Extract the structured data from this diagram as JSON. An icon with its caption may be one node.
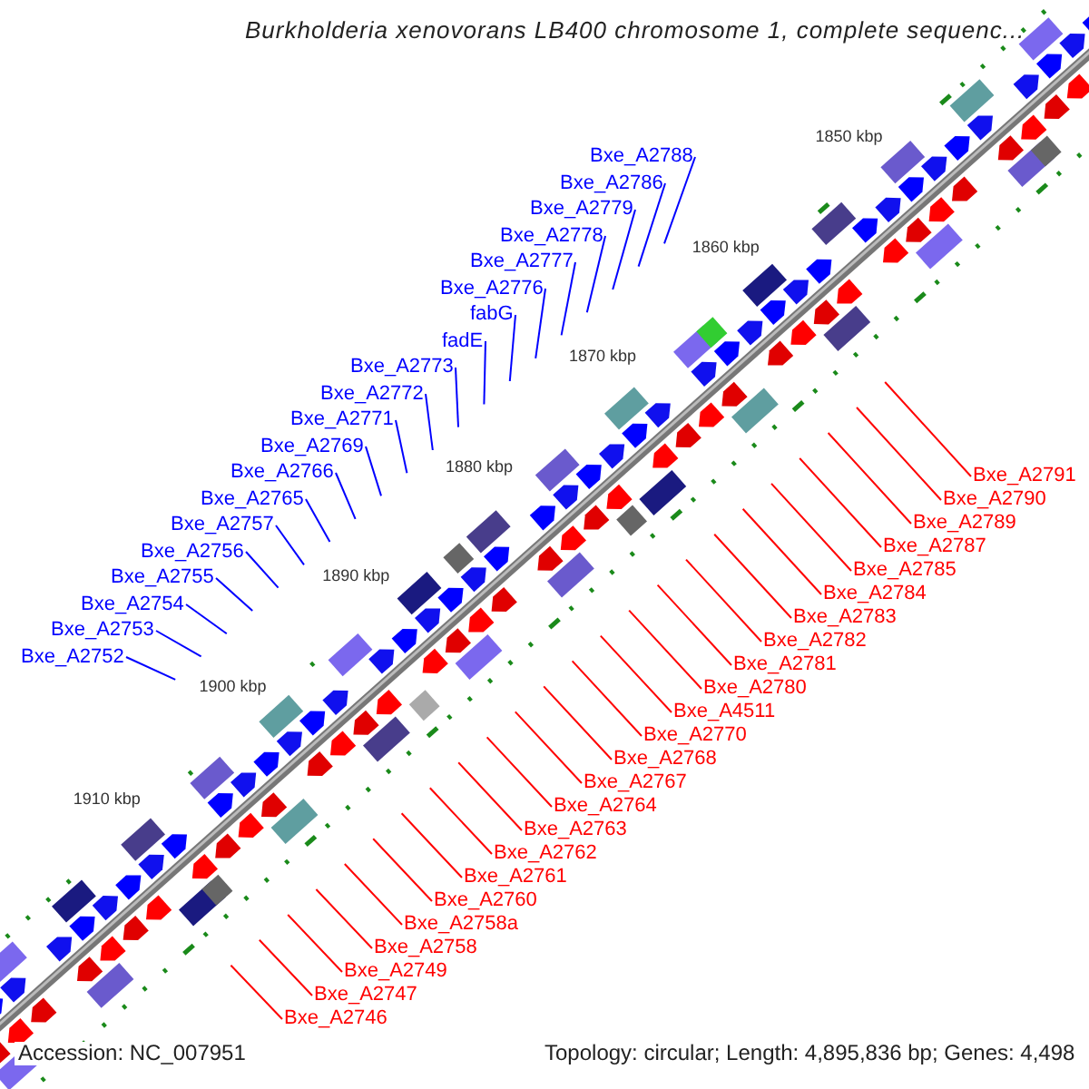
{
  "diagram": {
    "title": "Burkholderia xenovorans LB400 chromosome 1, complete sequenc...",
    "nodes": [
      {
        "text": [
          "Bxe_A2788"
        ]
      },
      {
        "text": [
          "Bxe_A2786"
        ]
      },
      {
        "text": [
          "Bxe_A2779"
        ]
      },
      {
        "text": [
          "Bxe_A2778"
        ]
      },
      {
        "text": [
          "Bxe_A2777"
        ]
      },
      {
        "text": [
          "Bxe_A2776"
        ]
      },
      {
        "text": [
          "fabG"
        ]
      },
      {
        "text": [
          "fadE"
        ]
      },
      {
        "text": [
          "Bxe_A2773"
        ]
      },
      {
        "text": [
          "Bxe_A2772"
        ]
      },
      {
        "text": [
          "Bxe_A2771"
        ]
      },
      {
        "text": [
          "Bxe_A2769"
        ]
      },
      {
        "text": [
          "Bxe_A2766"
        ]
      },
      {
        "text": [
          "Bxe_A2765"
        ]
      },
      {
        "text": [
          "Bxe_A2757"
        ]
      },
      {
        "text": [
          "Bxe_A2756"
        ]
      },
      {
        "text": [
          "Bxe_A2755"
        ]
      },
      {
        "text": [
          "Bxe_A2754"
        ]
      },
      {
        "text": [
          "Bxe_A2753"
        ]
      },
      {
        "text": [
          "Bxe_A2752"
        ]
      },
      {
        "text": [
          "Bxe_A2791"
        ]
      },
      {
        "text": [
          "Bxe_A2790"
        ]
      },
      {
        "text": [
          "Bxe_A2789"
        ]
      },
      {
        "text": [
          "Bxe_A2787"
        ]
      },
      {
        "text": [
          "Bxe_A2785"
        ]
      },
      {
        "text": [
          "Bxe_A2784"
        ]
      },
      {
        "text": [
          "Bxe_A2783"
        ]
      },
      {
        "text": [
          "Bxe_A2782"
        ]
      },
      {
        "text": [
          "Bxe_A2781"
        ]
      },
      {
        "text": [
          "Bxe_A2780"
        ]
      },
      {
        "text": [
          "Bxe_A4511"
        ]
      },
      {
        "text": [
          "Bxe_A2770"
        ]
      },
      {
        "text": [
          "Bxe_A2768"
        ]
      },
      {
        "text": [
          "Bxe_A2767"
        ]
      },
      {
        "text": [
          "Bxe_A2764"
        ]
      },
      {
        "text": [
          "Bxe_A2763"
        ]
      },
      {
        "text": [
          "Bxe_A2762"
        ]
      },
      {
        "text": [
          "Bxe_A2761"
        ]
      },
      {
        "text": [
          "Bxe_A2760"
        ]
      },
      {
        "text": [
          "Bxe_A2758a"
        ]
      },
      {
        "text": [
          "Bxe_A2758"
        ]
      },
      {
        "text": [
          "Bxe_A2749"
        ]
      },
      {
        "text": [
          "Bxe_A2747"
        ]
      },
      {
        "text": [
          "Bxe_A2746"
        ]
      }
    ],
    "edges": [
      {
        "from": 0,
        "to": null,
        "arrow": "none",
        "color": "#0000ff"
      },
      {
        "from": 1,
        "to": null,
        "arrow": "none",
        "color": "#0000ff"
      },
      {
        "from": 2,
        "to": null,
        "arrow": "none",
        "color": "#0000ff"
      },
      {
        "from": 3,
        "to": null,
        "arrow": "none",
        "color": "#0000ff"
      },
      {
        "from": 4,
        "to": null,
        "arrow": "none",
        "color": "#0000ff"
      },
      {
        "from": 5,
        "to": null,
        "arrow": "none",
        "color": "#0000ff"
      },
      {
        "from": 6,
        "to": null,
        "arrow": "none",
        "color": "#0000ff"
      },
      {
        "from": 7,
        "to": null,
        "arrow": "none",
        "color": "#0000ff"
      },
      {
        "from": 8,
        "to": null,
        "arrow": "none",
        "color": "#0000ff"
      },
      {
        "from": 9,
        "to": null,
        "arrow": "none",
        "color": "#0000ff"
      },
      {
        "from": 10,
        "to": null,
        "arrow": "none",
        "color": "#0000ff"
      },
      {
        "from": 11,
        "to": null,
        "arrow": "none",
        "color": "#0000ff"
      },
      {
        "from": 12,
        "to": null,
        "arrow": "none",
        "color": "#0000ff"
      },
      {
        "from": 13,
        "to": null,
        "arrow": "none",
        "color": "#0000ff"
      },
      {
        "from": 14,
        "to": null,
        "arrow": "none",
        "color": "#0000ff"
      },
      {
        "from": 15,
        "to": null,
        "arrow": "none",
        "color": "#0000ff"
      },
      {
        "from": 16,
        "to": null,
        "arrow": "none",
        "color": "#0000ff"
      },
      {
        "from": 17,
        "to": null,
        "arrow": "none",
        "color": "#0000ff"
      },
      {
        "from": 18,
        "to": null,
        "arrow": "none",
        "color": "#0000ff"
      },
      {
        "from": 19,
        "to": null,
        "arrow": "none",
        "color": "#0000ff"
      },
      {
        "from": 20,
        "to": null,
        "arrow": "none"
      },
      {
        "from": 21,
        "to": null,
        "arrow": "none"
      },
      {
        "from": 22,
        "to": null,
        "arrow": "none"
      },
      {
        "from": 23,
        "to": null,
        "arrow": "none"
      },
      {
        "from": 24,
        "to": null,
        "arrow": "none"
      },
      {
        "from": 25,
        "to": null,
        "arrow": "none"
      },
      {
        "from": 26,
        "to": null,
        "arrow": "none"
      },
      {
        "from": 27,
        "to": null,
        "arrow": "none"
      },
      {
        "from": 28,
        "to": null,
        "arrow": "none"
      },
      {
        "from": 29,
        "to": null,
        "arrow": "none"
      },
      {
        "from": 30,
        "to": null,
        "arrow": "none"
      },
      {
        "from": 31,
        "to": null,
        "arrow": "none"
      },
      {
        "from": 32,
        "to": null,
        "arrow": "none"
      },
      {
        "from": 33,
        "to": null,
        "arrow": "none"
      },
      {
        "from": 34,
        "to": null,
        "arrow": "none"
      },
      {
        "from": 35,
        "to": null,
        "arrow": "none"
      },
      {
        "from": 36,
        "to": null,
        "arrow": "none"
      },
      {
        "from": 37,
        "to": null,
        "arrow": "none"
      },
      {
        "from": 38,
        "to": null,
        "arrow": "none"
      },
      {
        "from": 39,
        "to": null,
        "arrow": "none"
      },
      {
        "from": 40,
        "to": null,
        "arrow": "none"
      },
      {
        "from": 41,
        "to": null,
        "arrow": "none"
      },
      {
        "from": 42,
        "to": null,
        "arrow": "none"
      },
      {
        "from": 43,
        "to": null,
        "arrow": "none"
      }
    ],
    "labels": [
      "1850 kbp",
      "1860 kbp",
      "1870 kbp",
      "1880 kbp",
      "1890 kbp",
      "1900 kbp",
      "1910 kbp",
      "Accession: NC_007951",
      "Topology: circular; Length: 4,895,836 bp; Genes: 4,498"
    ]
  }
}
